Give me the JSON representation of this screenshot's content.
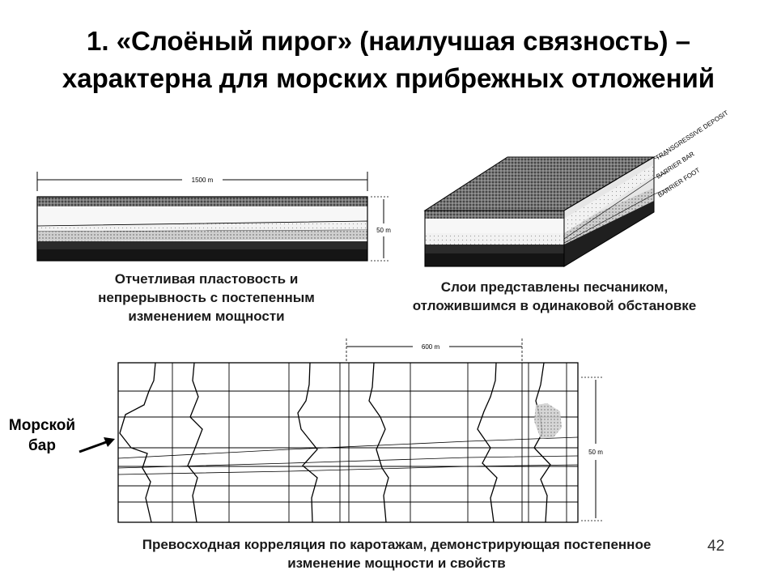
{
  "slide": {
    "title_line1": "1. «Слоёный пирог» (наилучшая связность) –",
    "title_line2": "характерна для морских прибрежных отложений",
    "caption_left": "Отчетливая пластовость и непрерывность с постепенным изменением мощности",
    "caption_right": "Слои представлены песчаником, отложившимся в одинаковой обстановке",
    "caption_bottom": "Превосходная корреляция по каротажам, демонстрирующая постепенное изменение мощности и свойств",
    "marine_bar_label": "Морской бар",
    "page_number": "42"
  },
  "figures": {
    "section": {
      "width_label": "1500 m",
      "height_label": "50 m"
    },
    "block": {
      "labels": [
        "TRANSGRESSIVE DEPOSIT",
        "BARRIER BAR",
        "BARRIER FOOT"
      ]
    },
    "logs": {
      "width_label": "600 m",
      "height_label": "50 m"
    }
  }
}
